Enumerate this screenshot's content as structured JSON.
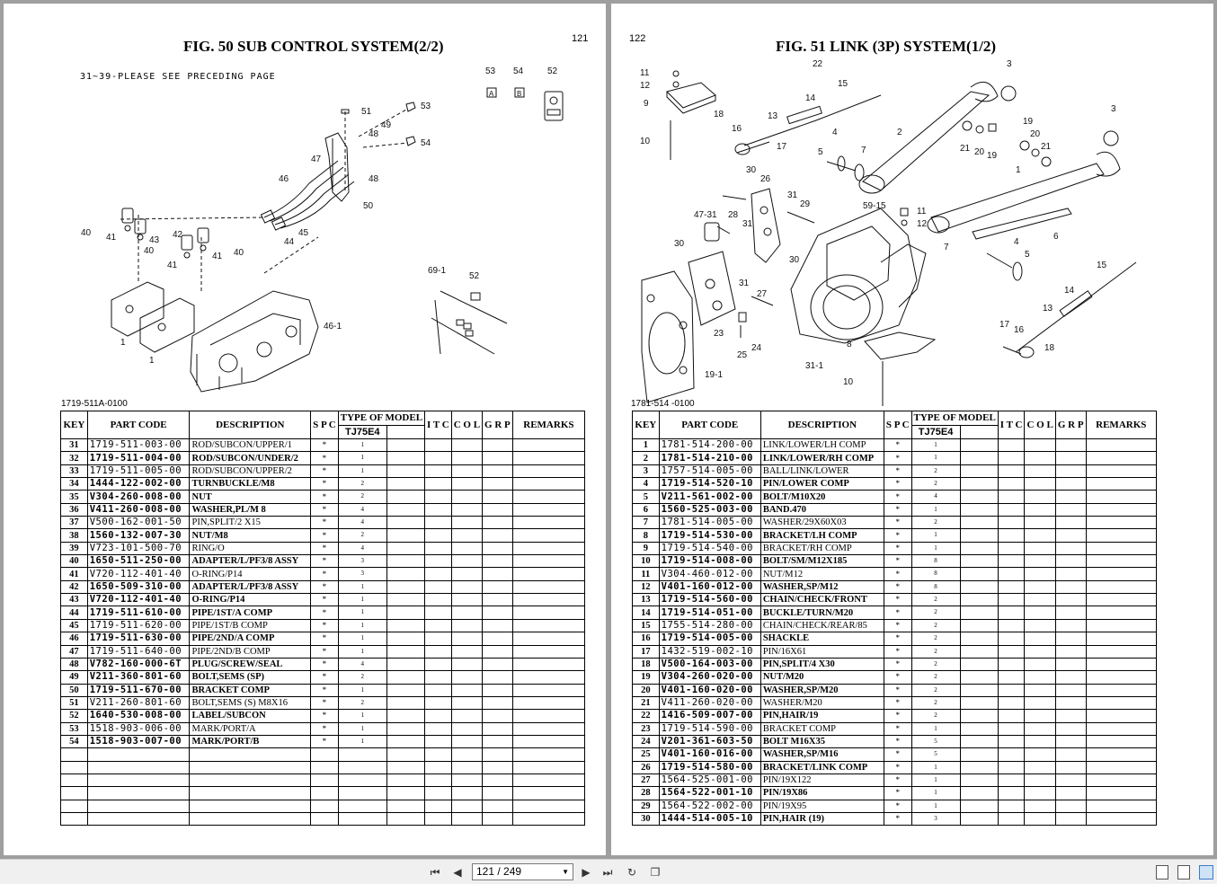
{
  "left": {
    "title": "FIG. 50  SUB CONTROL SYSTEM(2/2)",
    "page_number": "121",
    "note": "31~39-PLEASE SEE PRECEDING PAGE",
    "drawing_code": "1719-511A-0100",
    "callouts": {
      "c40a": "40",
      "c41a": "41",
      "c43": "43",
      "c42": "42",
      "c40b": "40",
      "c41b": "41",
      "c40c": "40",
      "c41c": "41",
      "c46": "46",
      "c47": "47",
      "c44": "44",
      "c45": "45",
      "c50": "50",
      "c48a": "48",
      "c48b": "48",
      "c49": "49",
      "c51": "51",
      "c53": "53",
      "c54": "54",
      "c1a": "1",
      "c1b": "1",
      "c461": "46-1",
      "c691": "69-1",
      "c52": "52",
      "k53": "53",
      "k54": "54",
      "k52": "52",
      "labA": "A",
      "labB": "B"
    },
    "rows": [
      {
        "key": "31",
        "code": "1719-511-003-00",
        "desc": "ROD/SUBCON/UPPER/1",
        "spc": "*",
        "qty": "1"
      },
      {
        "key": "32",
        "code": "1719-511-004-00",
        "desc": "ROD/SUBCON/UNDER/2",
        "spc": "*",
        "qty": "1"
      },
      {
        "key": "33",
        "code": "1719-511-005-00",
        "desc": "ROD/SUBCON/UPPER/2",
        "spc": "*",
        "qty": "1"
      },
      {
        "key": "34",
        "code": "1444-122-002-00",
        "desc": "TURNBUCKLE/M8",
        "spc": "*",
        "qty": "2"
      },
      {
        "key": "35",
        "code": "V304-260-008-00",
        "desc": "NUT",
        "spc": "*",
        "qty": "2"
      },
      {
        "key": "36",
        "code": "V411-260-008-00",
        "desc": "WASHER,PL/M 8",
        "spc": "*",
        "qty": "4"
      },
      {
        "key": "37",
        "code": "V500-162-001-50",
        "desc": "PIN,SPLIT/2  X15",
        "spc": "*",
        "qty": "4"
      },
      {
        "key": "38",
        "code": "1560-132-007-30",
        "desc": "NUT/M8",
        "spc": "*",
        "qty": "2"
      },
      {
        "key": "39",
        "code": "V723-101-500-70",
        "desc": "RING/O",
        "spc": "*",
        "qty": "4"
      },
      {
        "key": "40",
        "code": "1650-511-250-00",
        "desc": "ADAPTER/L/PF3/8 ASSY",
        "spc": "*",
        "qty": "3"
      },
      {
        "key": "41",
        "code": "V720-112-401-40",
        "desc": "O-RING/P14",
        "spc": "*",
        "qty": "3"
      },
      {
        "key": "42",
        "code": "1650-509-310-00",
        "desc": "ADAPTER/L/PF3/8 ASSY",
        "spc": "*",
        "qty": "1"
      },
      {
        "key": "43",
        "code": "V720-112-401-40",
        "desc": "O-RING/P14",
        "spc": "*",
        "qty": "1"
      },
      {
        "key": "44",
        "code": "1719-511-610-00",
        "desc": "PIPE/1ST/A      COMP",
        "spc": "*",
        "qty": "1"
      },
      {
        "key": "45",
        "code": "1719-511-620-00",
        "desc": "PIPE/1ST/B      COMP",
        "spc": "*",
        "qty": "1"
      },
      {
        "key": "46",
        "code": "1719-511-630-00",
        "desc": "PIPE/2ND/A      COMP",
        "spc": "*",
        "qty": "1"
      },
      {
        "key": "47",
        "code": "1719-511-640-00",
        "desc": "PIPE/2ND/B      COMP",
        "spc": "*",
        "qty": "1"
      },
      {
        "key": "48",
        "code": "V782-160-000-6T",
        "desc": "PLUG/SCREW/SEAL",
        "spc": "*",
        "qty": "4"
      },
      {
        "key": "49",
        "code": "V211-360-801-60",
        "desc": "BOLT,SEMS  (SP)",
        "spc": "*",
        "qty": "2"
      },
      {
        "key": "50",
        "code": "1719-511-670-00",
        "desc": "BRACKET        COMP",
        "spc": "*",
        "qty": "1"
      },
      {
        "key": "51",
        "code": "V211-260-801-60",
        "desc": "BOLT,SEMS (S) M8X16",
        "spc": "*",
        "qty": "2"
      },
      {
        "key": "52",
        "code": "1640-530-008-00",
        "desc": "LABEL/SUBCON",
        "spc": "*",
        "qty": "1"
      },
      {
        "key": "53",
        "code": "1518-903-006-00",
        "desc": "MARK/PORT/A",
        "spc": "*",
        "qty": "1"
      },
      {
        "key": "54",
        "code": "1518-903-007-00",
        "desc": "MARK/PORT/B",
        "spc": "*",
        "qty": "1"
      }
    ]
  },
  "right": {
    "title": "FIG. 51  LINK (3P) SYSTEM(1/2)",
    "page_number": "122",
    "drawing_code": "1781-514 -0100",
    "callouts": {
      "r11a": "11",
      "r12a": "12",
      "r9": "9",
      "r10a": "10",
      "r22": "22",
      "r14a": "14",
      "r15a": "15",
      "r3a": "3",
      "r18a": "18",
      "r16a": "16",
      "r13a": "13",
      "r5a": "5",
      "r4a": "4",
      "r17a": "17",
      "r7a": "7",
      "r2": "2",
      "r21a": "21",
      "r20a": "20",
      "r19a": "19",
      "r19b": "19",
      "r20b": "20",
      "r21b": "21",
      "r3b": "3",
      "r1": "1",
      "r30a": "30",
      "r26": "26",
      "r31a": "31",
      "r29": "29",
      "r4731": "47-31",
      "r28": "28",
      "r31b": "31",
      "r5915": "59-15",
      "r11b": "11",
      "r12b": "12",
      "r30b": "30",
      "r30c": "30",
      "r6": "6",
      "r7b": "7",
      "r4b": "4",
      "r5b": "5",
      "r15b": "15",
      "r31c": "31",
      "r27": "27",
      "r14b": "14",
      "r13b": "13",
      "r17b": "17",
      "r16b": "16",
      "r18b": "18",
      "r23": "23",
      "r24": "24",
      "r25": "25",
      "r8": "8",
      "r311": "31-1",
      "r10b": "10",
      "r191": "19-1"
    },
    "rows": [
      {
        "key": "1",
        "code": "1781-514-200-00",
        "desc": "LINK/LOWER/LH   COMP",
        "spc": "*",
        "qty": "1"
      },
      {
        "key": "2",
        "code": "1781-514-210-00",
        "desc": "LINK/LOWER/RH   COMP",
        "spc": "*",
        "qty": "1"
      },
      {
        "key": "3",
        "code": "1757-514-005-00",
        "desc": "BALL/LINK/LOWER",
        "spc": "*",
        "qty": "2"
      },
      {
        "key": "4",
        "code": "1719-514-520-10",
        "desc": "PIN/LOWER        COMP",
        "spc": "*",
        "qty": "2"
      },
      {
        "key": "5",
        "code": "V211-561-002-00",
        "desc": "BOLT/M10X20",
        "spc": "*",
        "qty": "4"
      },
      {
        "key": "6",
        "code": "1560-525-003-00",
        "desc": "BAND.470",
        "spc": "*",
        "qty": "1"
      },
      {
        "key": "7",
        "code": "1781-514-005-00",
        "desc": "WASHER/29X60X03",
        "spc": "*",
        "qty": "2"
      },
      {
        "key": "8",
        "code": "1719-514-530-00",
        "desc": "BRACKET/LH      COMP",
        "spc": "*",
        "qty": "1"
      },
      {
        "key": "9",
        "code": "1719-514-540-00",
        "desc": "BRACKET/RH      COMP",
        "spc": "*",
        "qty": "1"
      },
      {
        "key": "10",
        "code": "1719-514-008-00",
        "desc": "BOLT/SM/M12X185",
        "spc": "*",
        "qty": "8"
      },
      {
        "key": "11",
        "code": "V304-460-012-00",
        "desc": "NUT/M12",
        "spc": "*",
        "qty": "8"
      },
      {
        "key": "12",
        "code": "V401-160-012-00",
        "desc": "WASHER,SP/M12",
        "spc": "*",
        "qty": "8"
      },
      {
        "key": "13",
        "code": "1719-514-560-00",
        "desc": "CHAIN/CHECK/FRONT",
        "spc": "*",
        "qty": "2"
      },
      {
        "key": "14",
        "code": "1719-514-051-00",
        "desc": "BUCKLE/TURN/M20",
        "spc": "*",
        "qty": "2"
      },
      {
        "key": "15",
        "code": "1755-514-280-00",
        "desc": "CHAIN/CHECK/REAR/85",
        "spc": "*",
        "qty": "2"
      },
      {
        "key": "16",
        "code": "1719-514-005-00",
        "desc": "SHACKLE",
        "spc": "*",
        "qty": "2"
      },
      {
        "key": "17",
        "code": "1432-519-002-10",
        "desc": "PIN/16X61",
        "spc": "*",
        "qty": "2"
      },
      {
        "key": "18",
        "code": "V500-164-003-00",
        "desc": "PIN,SPLIT/4  X30",
        "spc": "*",
        "qty": "2"
      },
      {
        "key": "19",
        "code": "V304-260-020-00",
        "desc": "NUT/M20",
        "spc": "*",
        "qty": "2"
      },
      {
        "key": "20",
        "code": "V401-160-020-00",
        "desc": "WASHER,SP/M20",
        "spc": "*",
        "qty": "2"
      },
      {
        "key": "21",
        "code": "V411-260-020-00",
        "desc": "WASHER/M20",
        "spc": "*",
        "qty": "2"
      },
      {
        "key": "22",
        "code": "1416-509-007-00",
        "desc": "PIN,HAIR/19",
        "spc": "*",
        "qty": "2"
      },
      {
        "key": "23",
        "code": "1719-514-590-00",
        "desc": "BRACKET         COMP",
        "spc": "*",
        "qty": "1"
      },
      {
        "key": "24",
        "code": "V201-361-603-50",
        "desc": "BOLT M16X35",
        "spc": "*",
        "qty": "5"
      },
      {
        "key": "25",
        "code": "V401-160-016-00",
        "desc": "WASHER,SP/M16",
        "spc": "*",
        "qty": "5"
      },
      {
        "key": "26",
        "code": "1719-514-580-00",
        "desc": "BRACKET/LINK   COMP",
        "spc": "*",
        "qty": "1"
      },
      {
        "key": "27",
        "code": "1564-525-001-00",
        "desc": "PIN/19X122",
        "spc": "*",
        "qty": "1"
      },
      {
        "key": "28",
        "code": "1564-522-001-10",
        "desc": "PIN/19X86",
        "spc": "*",
        "qty": "1"
      },
      {
        "key": "29",
        "code": "1564-522-002-00",
        "desc": "PIN/19X95",
        "spc": "*",
        "qty": "1"
      },
      {
        "key": "30",
        "code": "1444-514-005-10",
        "desc": "PIN,HAIR (19)",
        "spc": "*",
        "qty": "3"
      }
    ]
  },
  "table_headers": {
    "key": "KEY",
    "part_code": "PART CODE",
    "description": "DESCRIPTION",
    "spc": "S P C",
    "type_of_model": "TYPE OF MODEL",
    "model": "TJ75E4",
    "itc": "I T C",
    "col": "C O L",
    "grp": "G R P",
    "remarks": "REMARKS"
  },
  "toolbar": {
    "page_field": "121 / 249",
    "first_icon": "first-page-icon",
    "prev_icon": "prev-page-icon",
    "next_icon": "next-page-icon",
    "last_icon": "last-page-icon"
  }
}
